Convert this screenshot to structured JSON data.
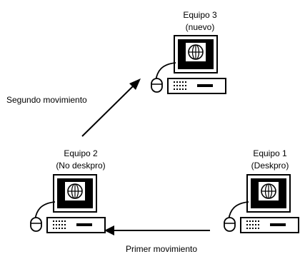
{
  "computers": [
    {
      "name": "Equipo 3",
      "note": "(nuevo)"
    },
    {
      "name": "Equipo 2",
      "note": "(No deskpro)"
    },
    {
      "name": "Equipo 1",
      "note": "(Deskpro)"
    }
  ],
  "arrows": [
    {
      "label": "Segundo movimiento"
    },
    {
      "label": "Primer movimiento"
    }
  ],
  "icons": {
    "computer": "desktop-computer-icon",
    "screen": "globe-icon"
  },
  "colors": {
    "ink": "#000000",
    "paper": "#ffffff"
  }
}
